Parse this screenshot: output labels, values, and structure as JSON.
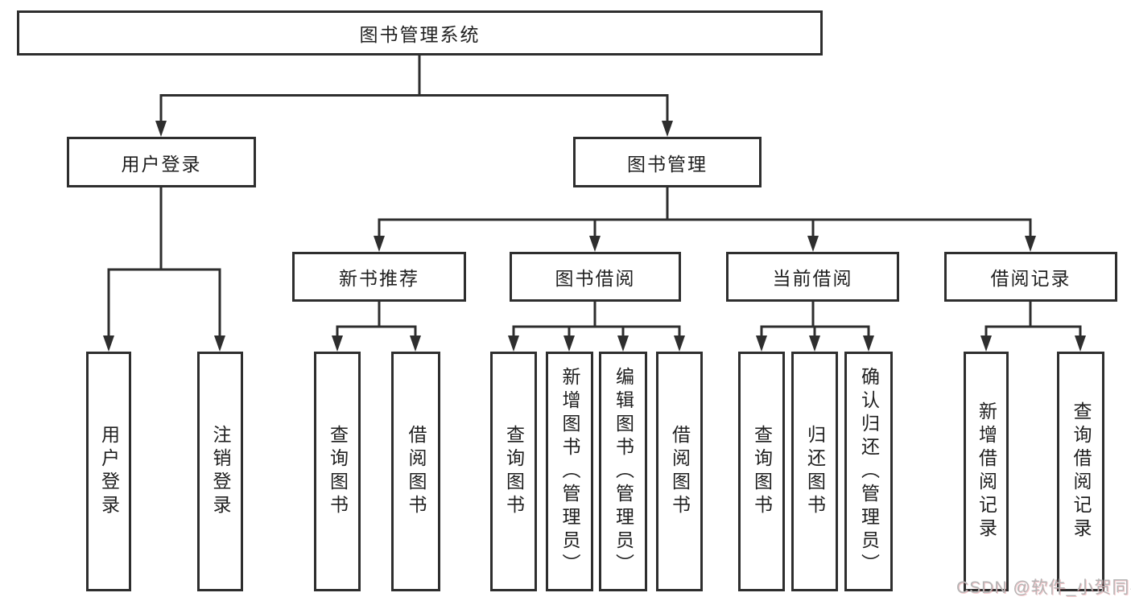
{
  "diagram": {
    "title": "图书管理系统",
    "tree": {
      "root": {
        "label": "图书管理系统"
      },
      "branches": [
        {
          "label": "用户登录",
          "children": [
            {
              "label": "用户登录"
            },
            {
              "label": "注销登录"
            }
          ]
        },
        {
          "label": "图书管理",
          "children": [
            {
              "label": "新书推荐",
              "children": [
                {
                  "label": "查询图书"
                },
                {
                  "label": "借阅图书"
                }
              ]
            },
            {
              "label": "图书借阅",
              "children": [
                {
                  "label": "查询图书"
                },
                {
                  "label": "新增图书（管理员）"
                },
                {
                  "label": "编辑图书（管理员）"
                },
                {
                  "label": "借阅图书"
                }
              ]
            },
            {
              "label": "当前借阅",
              "children": [
                {
                  "label": "查询图书"
                },
                {
                  "label": "归还图书"
                },
                {
                  "label": "确认归还（管理员）"
                }
              ]
            },
            {
              "label": "借阅记录",
              "children": [
                {
                  "label": "新增借阅记录"
                },
                {
                  "label": "查询借阅记录"
                }
              ]
            }
          ]
        }
      ]
    },
    "colors": {
      "line": "#2e2e2e",
      "box_fill": "#ffffff",
      "text": "#1f1f1f",
      "watermark": "#b5b5b5"
    }
  },
  "watermark": {
    "text": "CSDN @软件_小贺同学"
  }
}
